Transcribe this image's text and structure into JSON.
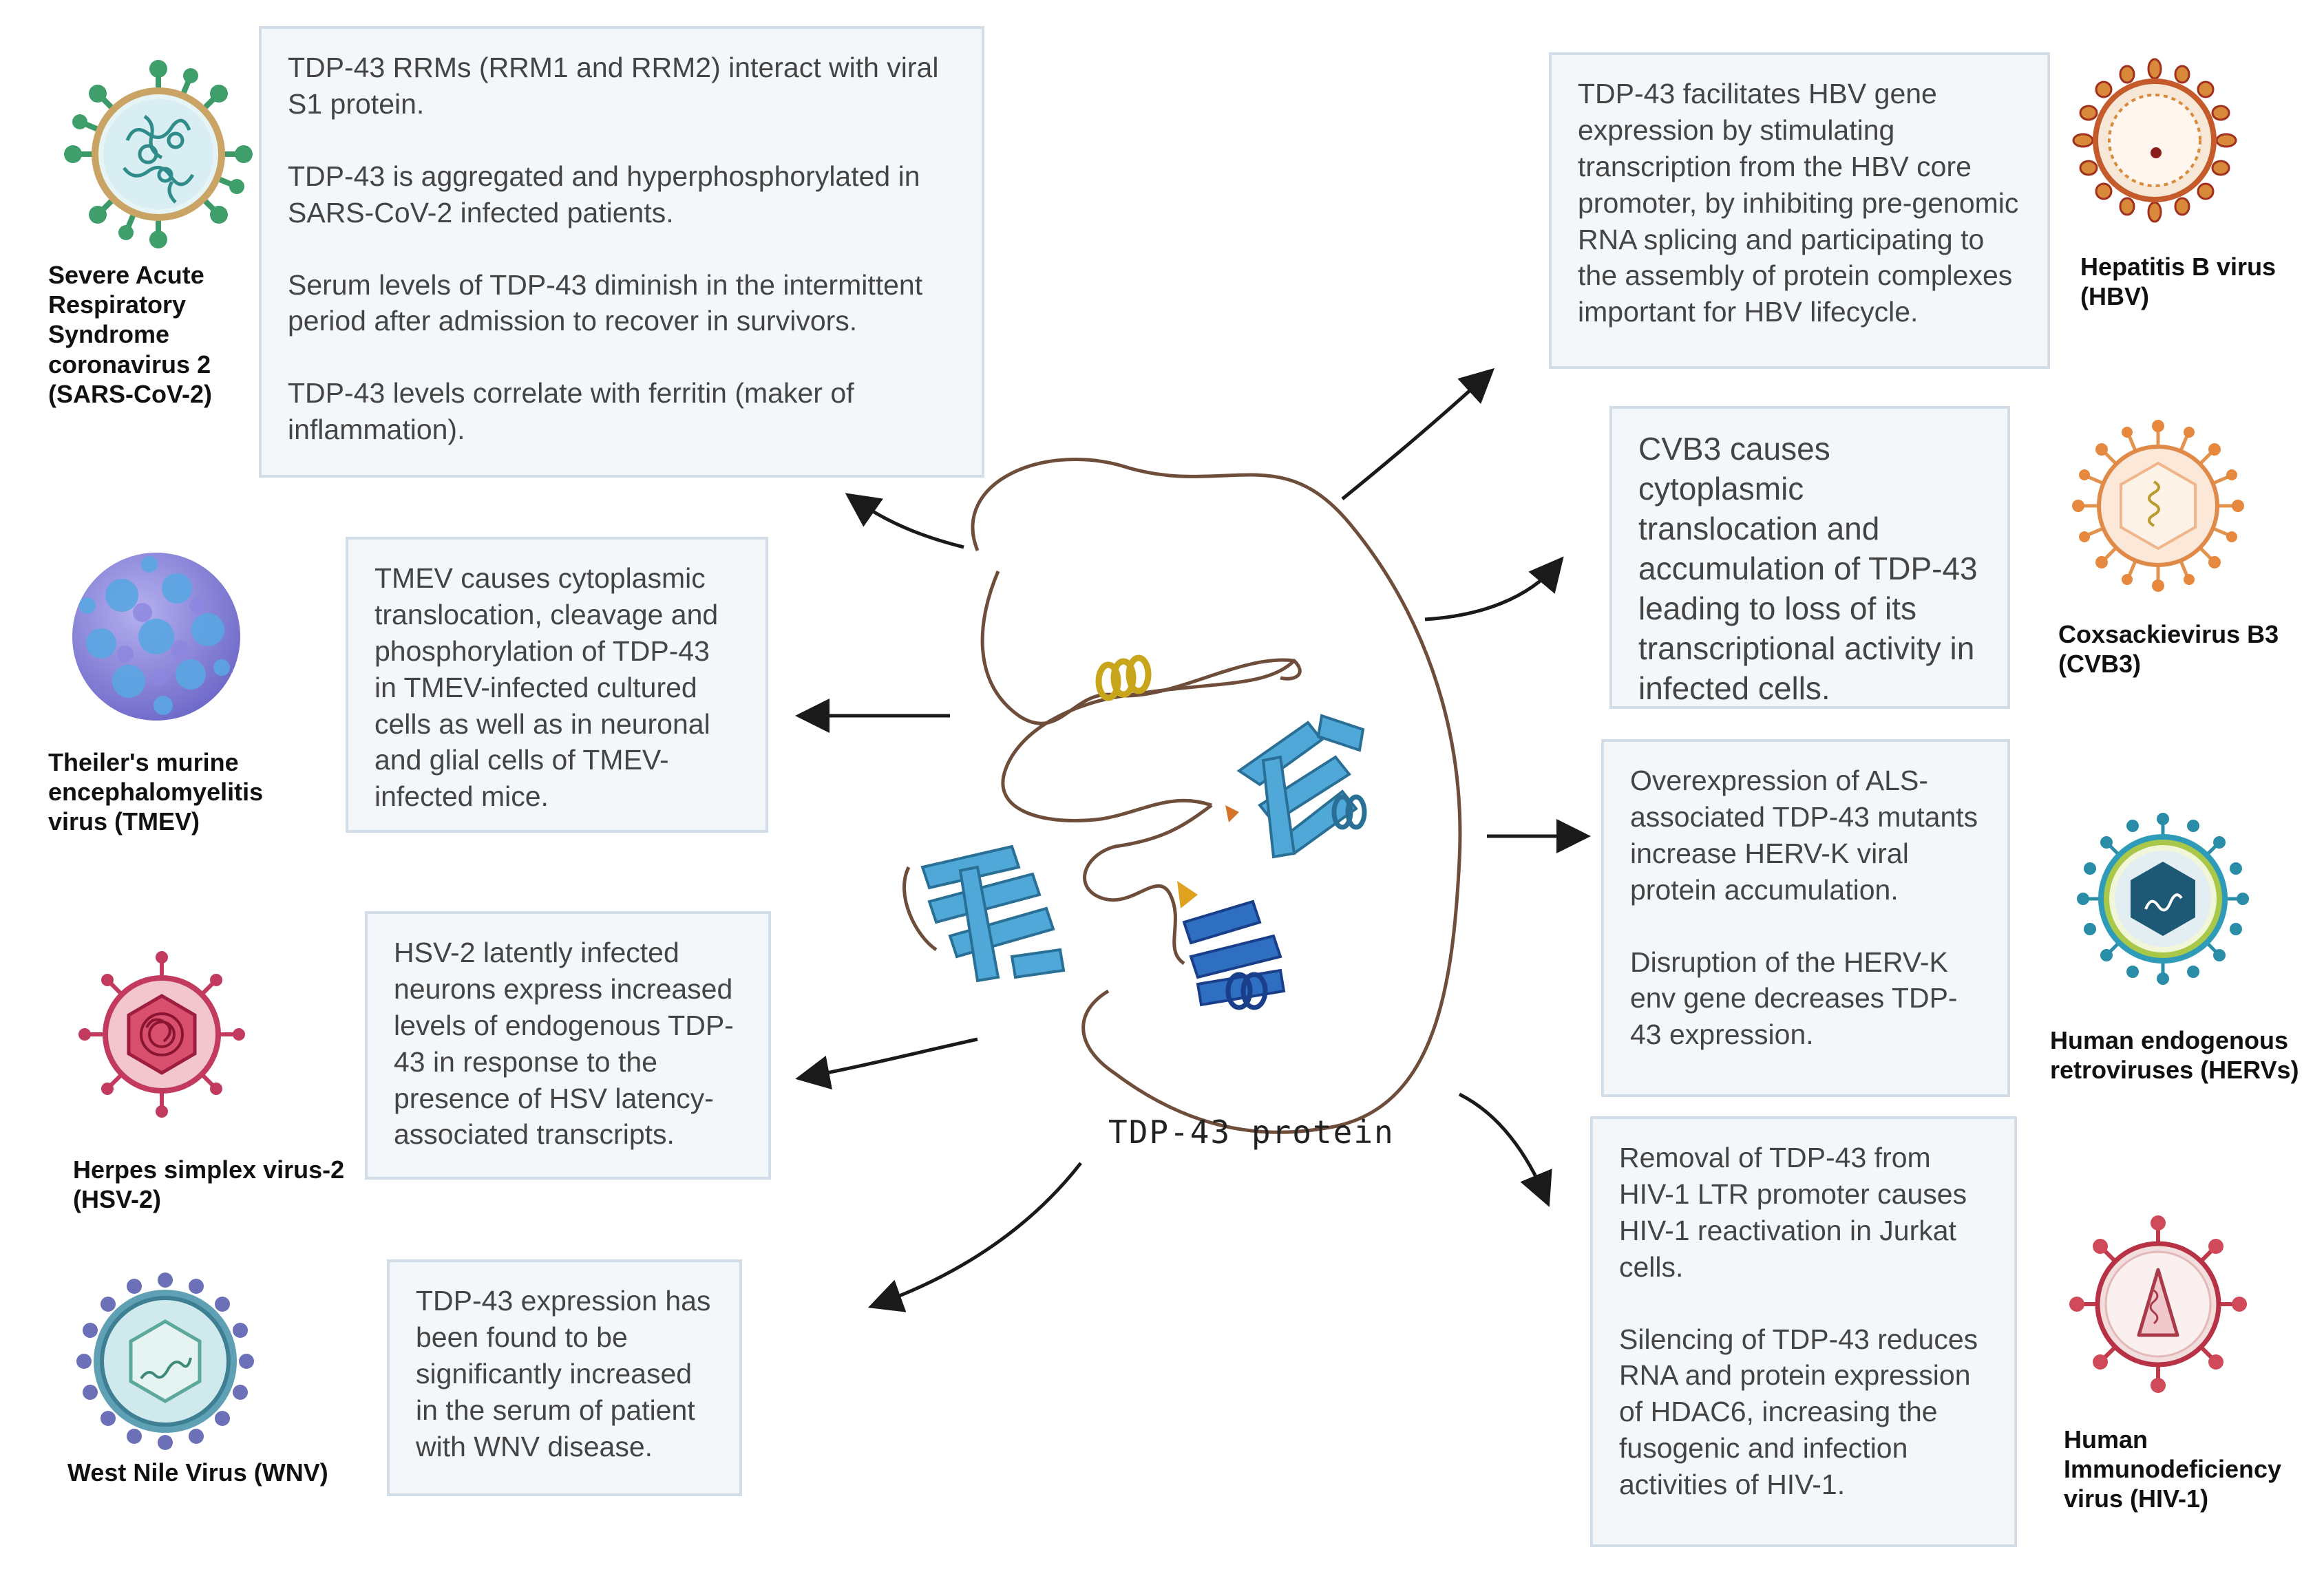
{
  "center": {
    "label": "TDP-43 protein"
  },
  "viruses": [
    {
      "id": "sars",
      "name": "Severe Acute\nRespiratory\nSyndrome\ncoronavirus 2\n(SARS-CoV-2)",
      "icon": "coronavirus-icon",
      "findings": [
        "TDP-43 RRMs (RRM1 and RRM2)  interact   with viral S1 protein.",
        "TDP-43 is aggregated and hyperphosphorylated in  SARS-CoV-2 infected patients.",
        "Serum levels of TDP-43 diminish  in the intermittent period after admission  to recover in survivors.",
        "TDP-43 levels correlate with ferritin (maker of inflammation)."
      ]
    },
    {
      "id": "tmev",
      "name": "Theiler's murine\nencephalomyelitis\nvirus (TMEV)",
      "icon": "theiler-virus-icon",
      "findings": [
        "TMEV causes cytoplasmic translocation, cleavage and phosphorylation of TDP-43 in TMEV-infected cultured cells as well as in neuronal and glial cells of TMEV-infected mice."
      ]
    },
    {
      "id": "hsv",
      "name": "Herpes simplex virus-2\n(HSV-2)",
      "icon": "herpes-virus-icon",
      "findings": [
        "HSV-2 latently infected neurons express increased levels of endogenous TDP-43 in response to the presence of HSV latency-associated transcripts."
      ]
    },
    {
      "id": "wnv",
      "name": "West Nile Virus (WNV)",
      "icon": "west-nile-virus-icon",
      "findings": [
        "TDP-43 expression has been found to be significantly increased in the serum of patient with WNV disease."
      ]
    },
    {
      "id": "hbv",
      "name": "Hepatitis B virus\n(HBV)",
      "icon": "hepatitis-b-virus-icon",
      "findings": [
        "TDP-43 facilitates HBV gene expression by stimulating transcription from the HBV core promoter, by inhibiting pre-genomic RNA splicing and  participating to the assembly of protein complexes important for HBV lifecycle."
      ]
    },
    {
      "id": "cvb3",
      "name": "Coxsackievirus B3\n(CVB3)",
      "icon": "coxsackievirus-icon",
      "findings": [
        "CVB3 causes cytoplasmic translocation and accumulation of TDP-43 leading to loss of its transcriptional activity in infected cells."
      ]
    },
    {
      "id": "herv",
      "name": "Human endogenous\nretroviruses (HERVs)",
      "icon": "retrovirus-icon",
      "findings": [
        "Overexpression of ALS-associated TDP-43 mutants increase HERV-K viral protein accumulation.",
        "Disruption of the HERV-K env gene decreases TDP-43 expression."
      ]
    },
    {
      "id": "hiv",
      "name": "Human\nImmunodeficiency\nvirus (HIV-1)",
      "icon": "hiv-icon",
      "findings": [
        "Removal of TDP-43 from HIV-1 LTR promoter causes HIV-1 reactivation in Jurkat cells.",
        "Silencing of TDP-43 reduces RNA and protein expression of HDAC6, increasing the fusogenic and infection activities of HIV-1."
      ]
    }
  ]
}
